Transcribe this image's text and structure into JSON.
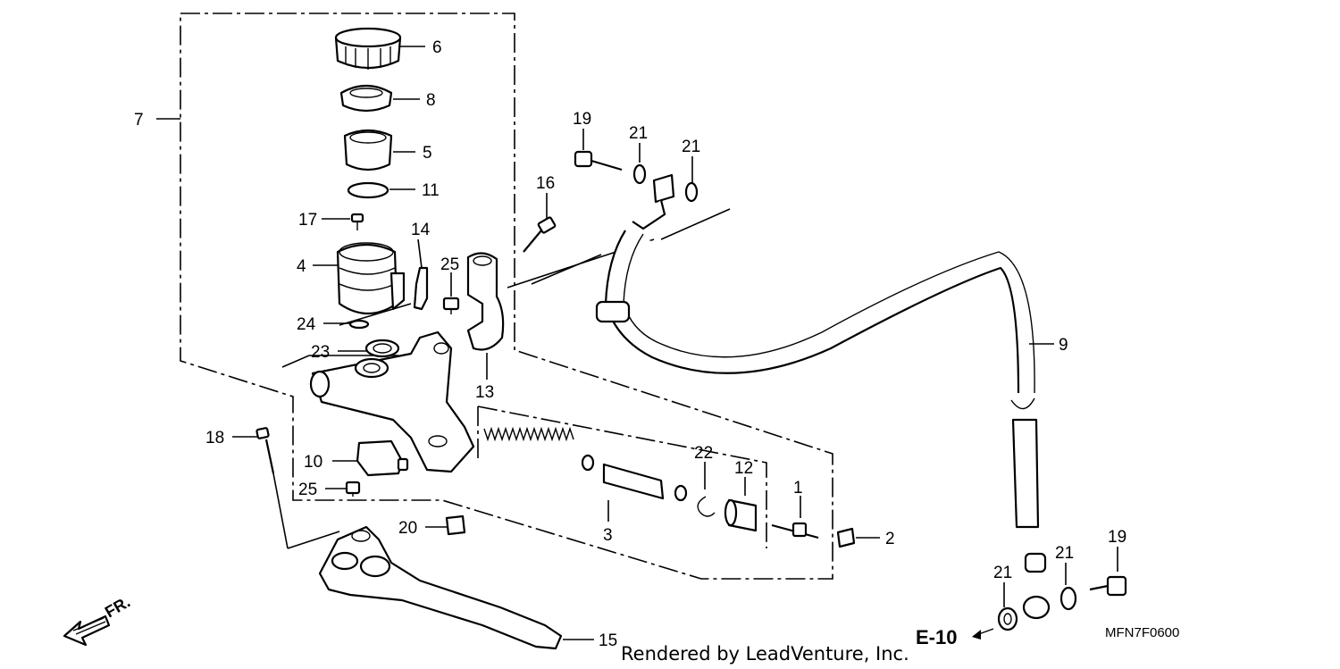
{
  "callouts": [
    {
      "id": "c1",
      "label": "1"
    },
    {
      "id": "c2",
      "label": "2"
    },
    {
      "id": "c3",
      "label": "3"
    },
    {
      "id": "c4",
      "label": "4"
    },
    {
      "id": "c5",
      "label": "5"
    },
    {
      "id": "c6",
      "label": "6"
    },
    {
      "id": "c7",
      "label": "7"
    },
    {
      "id": "c8",
      "label": "8"
    },
    {
      "id": "c9",
      "label": "9"
    },
    {
      "id": "c10",
      "label": "10"
    },
    {
      "id": "c11",
      "label": "11"
    },
    {
      "id": "c12",
      "label": "12"
    },
    {
      "id": "c13",
      "label": "13"
    },
    {
      "id": "c14",
      "label": "14"
    },
    {
      "id": "c15",
      "label": "15"
    },
    {
      "id": "c16",
      "label": "16"
    },
    {
      "id": "c17",
      "label": "17"
    },
    {
      "id": "c18",
      "label": "18"
    },
    {
      "id": "c19a",
      "label": "19"
    },
    {
      "id": "c19b",
      "label": "19"
    },
    {
      "id": "c20",
      "label": "20"
    },
    {
      "id": "c21a",
      "label": "21"
    },
    {
      "id": "c21b",
      "label": "21"
    },
    {
      "id": "c21c",
      "label": "21"
    },
    {
      "id": "c21d",
      "label": "21"
    },
    {
      "id": "c22",
      "label": "22"
    },
    {
      "id": "c23",
      "label": "23"
    },
    {
      "id": "c24",
      "label": "24"
    },
    {
      "id": "c25a",
      "label": "25"
    },
    {
      "id": "c25b",
      "label": "25"
    }
  ],
  "reference": "E-10",
  "front_marker": "FR.",
  "diagram_code": "MFN7F0600",
  "credit": "Rendered by LeadVenture, Inc."
}
